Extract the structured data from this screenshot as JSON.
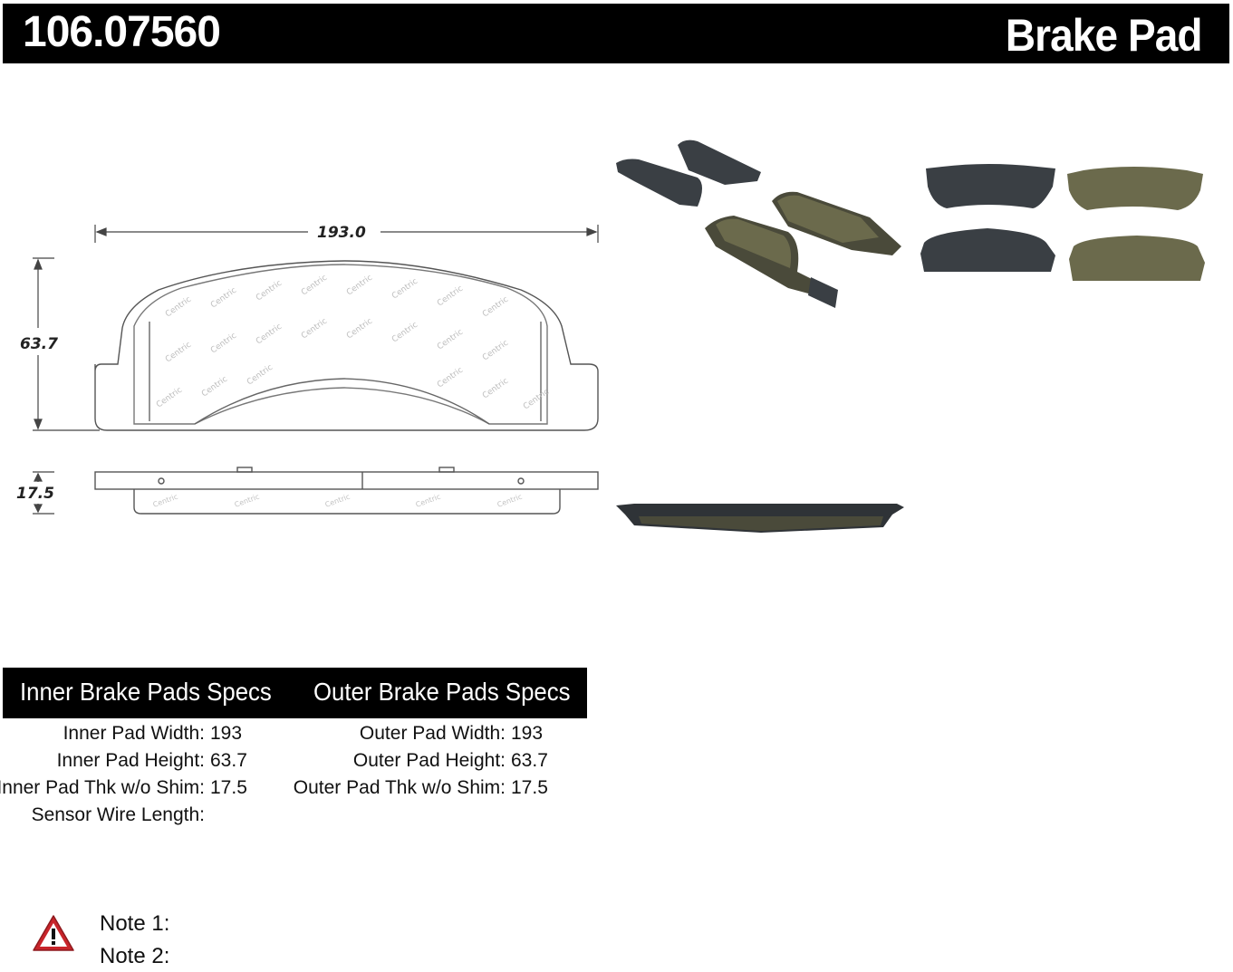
{
  "header": {
    "part_number": "106.07560",
    "title": "Brake Pad"
  },
  "drawing": {
    "width_dim": "193.0",
    "height_dim": "63.7",
    "thickness_dim": "17.5"
  },
  "specs": {
    "inner_heading": "Inner Brake Pads Specs",
    "outer_heading": "Outer Brake Pads Specs",
    "inner": [
      {
        "label": "Inner Pad Width:",
        "value": "193"
      },
      {
        "label": "Inner Pad Height:",
        "value": "63.7"
      },
      {
        "label": "Inner Pad Thk w/o Shim:",
        "value": "17.5"
      },
      {
        "label": "Sensor Wire Length:",
        "value": ""
      }
    ],
    "outer": [
      {
        "label": "Outer Pad Width:",
        "value": "193"
      },
      {
        "label": "Outer Pad Height:",
        "value": "63.7"
      },
      {
        "label": "Outer Pad Thk w/o Shim:",
        "value": "17.5"
      }
    ]
  },
  "notes": {
    "note1": "Note 1:",
    "note2": "Note 2:"
  },
  "colors": {
    "backing_plate": "#3a3f44",
    "friction": "#6b6a4c",
    "warning_red": "#c8242a"
  },
  "icons": [
    "warning-icon"
  ]
}
